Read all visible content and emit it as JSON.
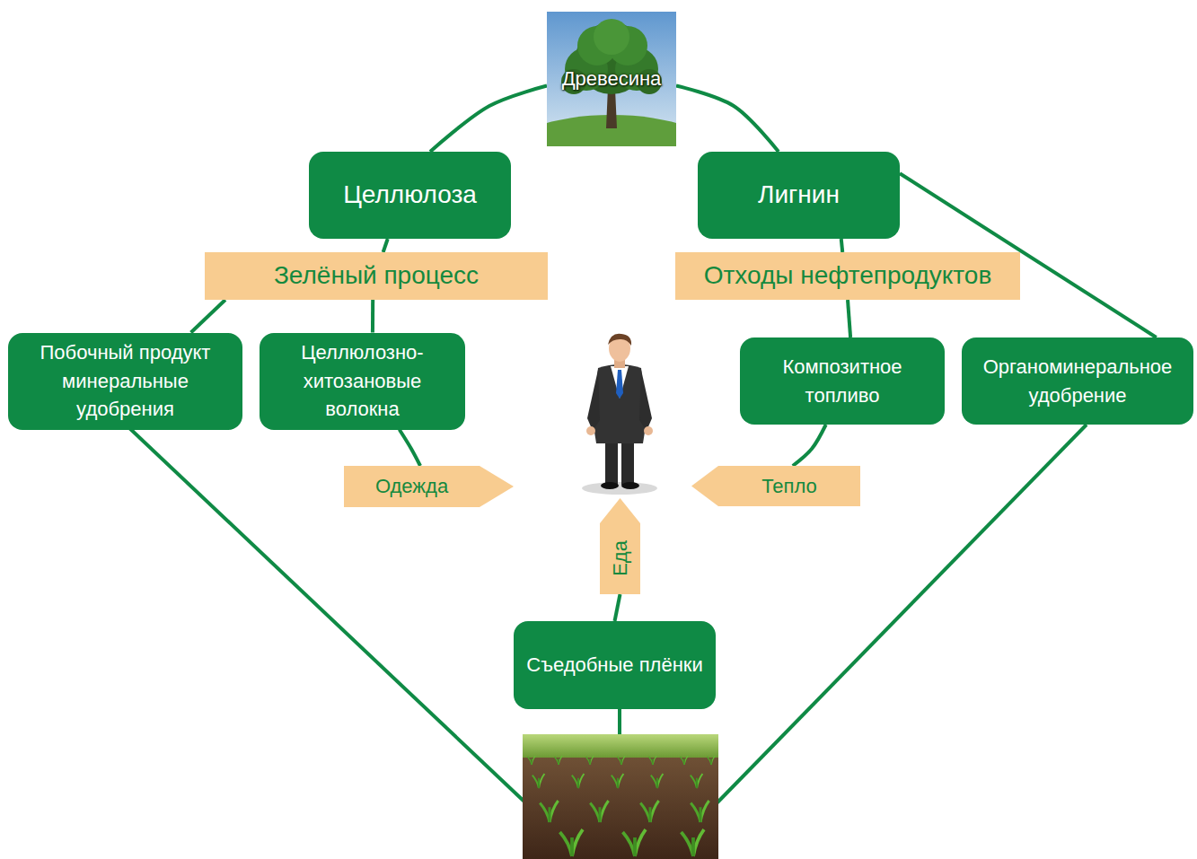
{
  "diagram": {
    "nodes": [
      {
        "text": [
          "Древесина"
        ]
      },
      {
        "text": [
          "Целлюлоза"
        ]
      },
      {
        "text": [
          "Лигнин"
        ]
      },
      {
        "text": [
          "Зелёный процесс"
        ]
      },
      {
        "text": [
          "Отходы нефтепродуктов"
        ]
      },
      {
        "text": [
          "Побочный продукт минеральные удобрения"
        ]
      },
      {
        "text": [
          "Целлюлозно- хитозановые волокна"
        ]
      },
      {
        "text": [
          "Композитное топливо"
        ]
      },
      {
        "text": [
          "Органоминеральное удобрение"
        ]
      },
      {
        "text": [
          "Одежда"
        ]
      },
      {
        "text": [
          "Тепло"
        ]
      },
      {
        "text": [
          "Еда"
        ]
      },
      {
        "text": [
          "Съедобные плёнки"
        ]
      }
    ],
    "edges": [
      {
        "from": 0,
        "to": 1,
        "arrow": "none"
      },
      {
        "from": 0,
        "to": 2,
        "arrow": "none"
      },
      {
        "from": 1,
        "to": 3,
        "arrow": "none"
      },
      {
        "from": 3,
        "to": 5,
        "arrow": "none"
      },
      {
        "from": 3,
        "to": 6,
        "arrow": "none"
      },
      {
        "from": 2,
        "to": 4,
        "arrow": "none"
      },
      {
        "from": 4,
        "to": 7,
        "arrow": "none"
      },
      {
        "from": 2,
        "to": 8,
        "arrow": "none"
      },
      {
        "from": 6,
        "to": 9,
        "arrow": "none"
      },
      {
        "from": 7,
        "to": 10,
        "arrow": "none"
      },
      {
        "from": 11,
        "to": 12,
        "arrow": "none"
      }
    ]
  }
}
